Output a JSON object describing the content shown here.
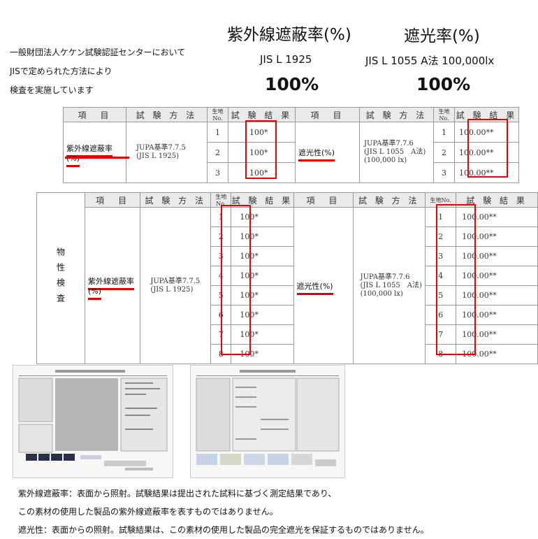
{
  "intro": [
    "一般財団法人ケケン試験認証センターにおいて",
    "JISで定められた方法により",
    "検査を実施しています"
  ],
  "summary": {
    "uv_title": "紫外線遮蔽率(%)",
    "uv_std": "JIS L 1925",
    "uv_value": "100%",
    "light_title": "遮光率(%)",
    "light_std": "JIS L 1055 A法 100,000lx",
    "light_value": "100%"
  },
  "headers": {
    "item": "項　目",
    "method": "試 験 方 法",
    "no": "生地No.",
    "result": "試 験 結 果"
  },
  "uv_item": "紫外線遮蔽率(%)",
  "uv_method": [
    "JUPA基準7.7.5",
    "(JIS L 1925)"
  ],
  "light_item": "遮光性(%)",
  "light_method_1": [
    "JUPA基準7.7.6",
    "(JIS L 1055　A法)",
    "(100,000 lx)"
  ],
  "light_method_2": [
    "JUPA基準7.7.6",
    "(JIS L 1055　A法)",
    "(100,000 lx)"
  ],
  "table1": {
    "nos": [
      "1",
      "2",
      "3"
    ],
    "uv_results": [
      "100*",
      "100*",
      "100*"
    ],
    "light_results": [
      "100.00**",
      "100.00**",
      "100.00**"
    ]
  },
  "table2": {
    "side_label": "物性検査",
    "nos": [
      "1",
      "2",
      "3",
      "4",
      "5",
      "6",
      "7",
      "8"
    ],
    "uv_results": [
      "100*",
      "100*",
      "100*",
      "100*",
      "100*",
      "100*",
      "100*",
      "100*"
    ],
    "light_results": [
      "100.00**",
      "100.00**",
      "100.00**",
      "100.00**",
      "100.00**",
      "100.00**",
      "100.00**",
      "100.00**"
    ]
  },
  "notes": [
    "紫外線遮蔽率：表面から照射。試験結果は提出された試料に基づく測定結果であり、",
    "この素材の使用した製品の紫外線遮蔽率を表すものではありません。",
    "遮光性：表面からの照射。試験結果は、この素材の使用した製品の完全遮光を保証するものではありません。"
  ]
}
